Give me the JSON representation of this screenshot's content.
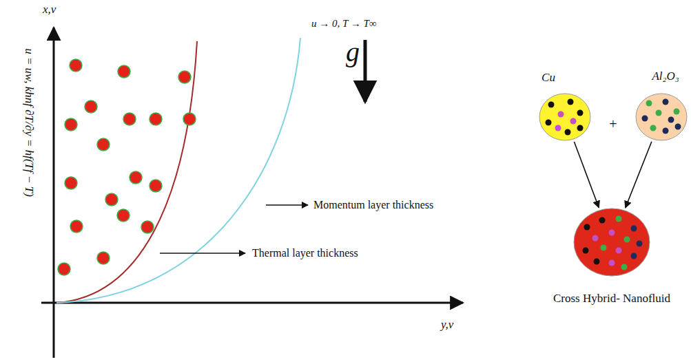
{
  "diagram": {
    "nodes": [
      {
        "text": [
          "Cu"
        ]
      },
      {
        "text": [
          "Al₂O₃"
        ]
      },
      {
        "text": [
          "Cross Hybrid- Nanofluid"
        ]
      }
    ],
    "edges": [
      {
        "from": 0,
        "to": 2,
        "arrow": "to"
      },
      {
        "from": 1,
        "to": 2,
        "arrow": "to"
      }
    ],
    "labels": [
      "x,v",
      "y,v",
      "u = uw, khnf ∂T/∂y = hf(Tf − T)",
      "u → 0, T → T∞",
      "g",
      "Momentum layer thickness",
      "Thermal layer thickness",
      "+"
    ]
  }
}
